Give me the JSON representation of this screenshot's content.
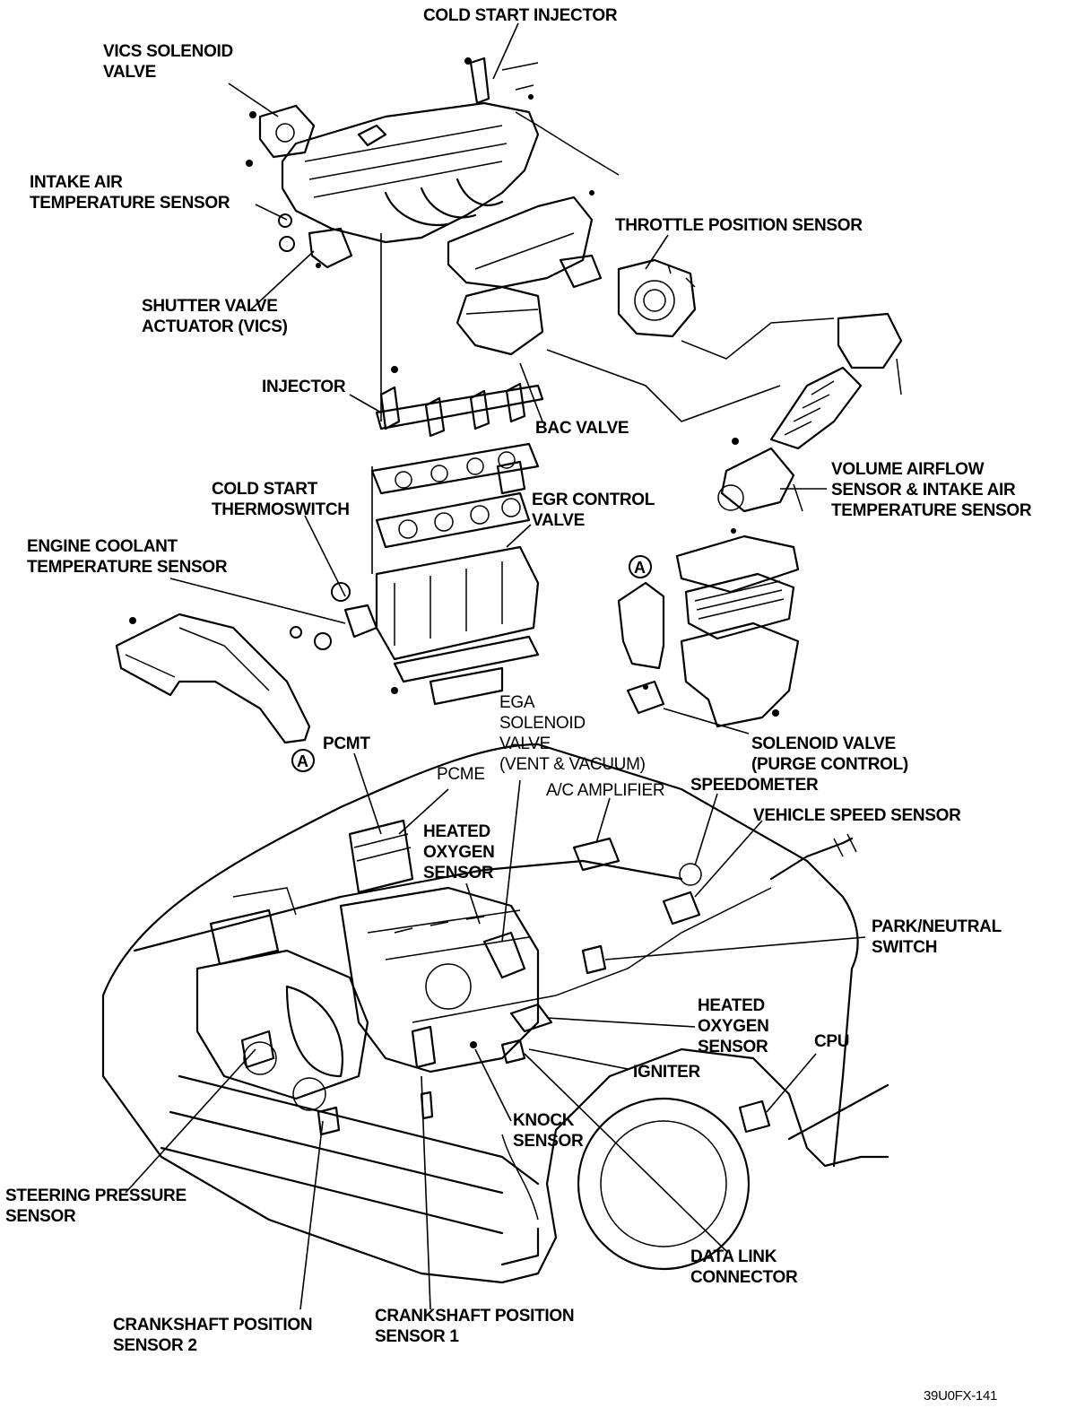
{
  "diagram": {
    "labels": {
      "cold_start_injector": [
        "COLD START INJECTOR"
      ],
      "vics_solenoid_valve": [
        "VICS SOLENOID",
        "VALVE"
      ],
      "intake_air_temp_sensor": [
        "INTAKE AIR",
        "TEMPERATURE SENSOR"
      ],
      "throttle_position_sensor": [
        "THROTTLE POSITION SENSOR"
      ],
      "shutter_valve_actuator": [
        "SHUTTER VALVE",
        "ACTUATOR (VICS)"
      ],
      "injector": [
        "INJECTOR"
      ],
      "bac_valve": [
        "BAC VALVE"
      ],
      "volume_airflow_sensor": [
        "VOLUME AIRFLOW",
        "SENSOR & INTAKE AIR",
        "TEMPERATURE SENSOR"
      ],
      "cold_start_thermoswitch": [
        "COLD START",
        "THERMOSWITCH"
      ],
      "egr_control_valve": [
        "EGR CONTROL",
        "VALVE"
      ],
      "engine_coolant_temp_sensor": [
        "ENGINE COOLANT",
        "TEMPERATURE SENSOR"
      ],
      "ega_solenoid_valve": [
        "EGA",
        "SOLENOID",
        "VALVE",
        "(VENT & VACUUM)"
      ],
      "solenoid_valve_purge": [
        "SOLENOID VALVE",
        "(PURGE CONTROL)"
      ],
      "pcmt": [
        "PCMT"
      ],
      "pcme": [
        "PCME"
      ],
      "ac_amplifier": [
        "A/C AMPLIFIER"
      ],
      "speedometer": [
        "SPEEDOMETER"
      ],
      "vehicle_speed_sensor": [
        "VEHICLE SPEED SENSOR"
      ],
      "heated_oxygen_sensor_1": [
        "HEATED",
        "OXYGEN",
        "SENSOR"
      ],
      "park_neutral_switch": [
        "PARK/NEUTRAL",
        "SWITCH"
      ],
      "heated_oxygen_sensor_2": [
        "HEATED",
        "OXYGEN",
        "SENSOR"
      ],
      "cpu": [
        "CPU"
      ],
      "igniter": [
        "IGNITER"
      ],
      "knock_sensor": [
        "KNOCK",
        "SENSOR"
      ],
      "steering_pressure_sensor": [
        "STEERING PRESSURE",
        "SENSOR"
      ],
      "data_link_connector": [
        "DATA LINK",
        "CONNECTOR"
      ],
      "crankshaft_position_sensor_2": [
        "CRANKSHAFT POSITION",
        "SENSOR 2"
      ],
      "crankshaft_position_sensor_1": [
        "CRANKSHAFT POSITION",
        "SENSOR 1"
      ]
    },
    "reference_marks": [
      "A",
      "A"
    ],
    "figure_code": "39U0FX-141"
  }
}
